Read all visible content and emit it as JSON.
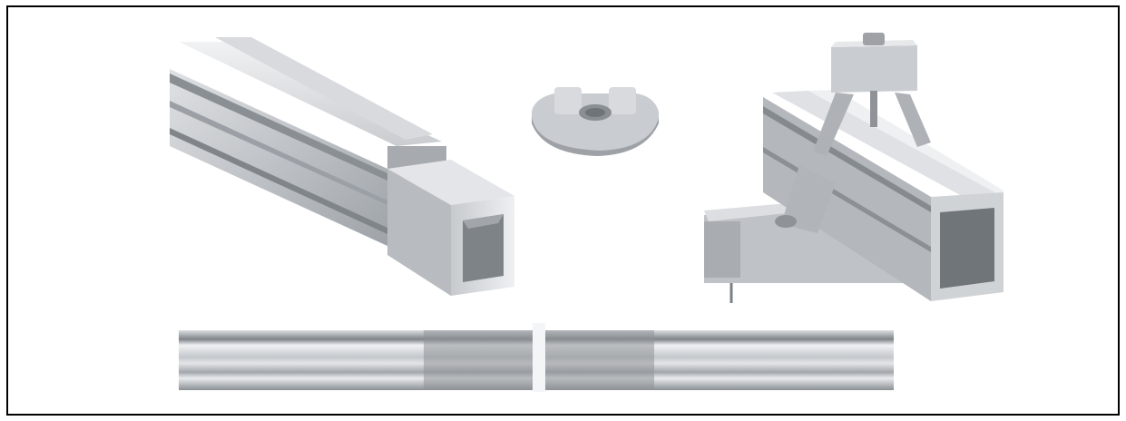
{
  "scene": {
    "background": "#ffffff",
    "border_color": "#000000",
    "metal_light": "#e6e8ea",
    "metal_mid": "#b9bdc1",
    "metal_dark": "#7b8085",
    "joint_shade": "#8f9398",
    "parts": [
      {
        "name": "rail-with-inner-splice-insert",
        "icon": "rail-splice-icon"
      },
      {
        "name": "slot-nut",
        "icon": "slot-nut-icon"
      },
      {
        "name": "rail-with-clamp-on-purlin",
        "icon": "clamp-assembly-icon"
      },
      {
        "name": "joined-rail-side-view",
        "icon": "rail-joint-icon"
      }
    ]
  }
}
